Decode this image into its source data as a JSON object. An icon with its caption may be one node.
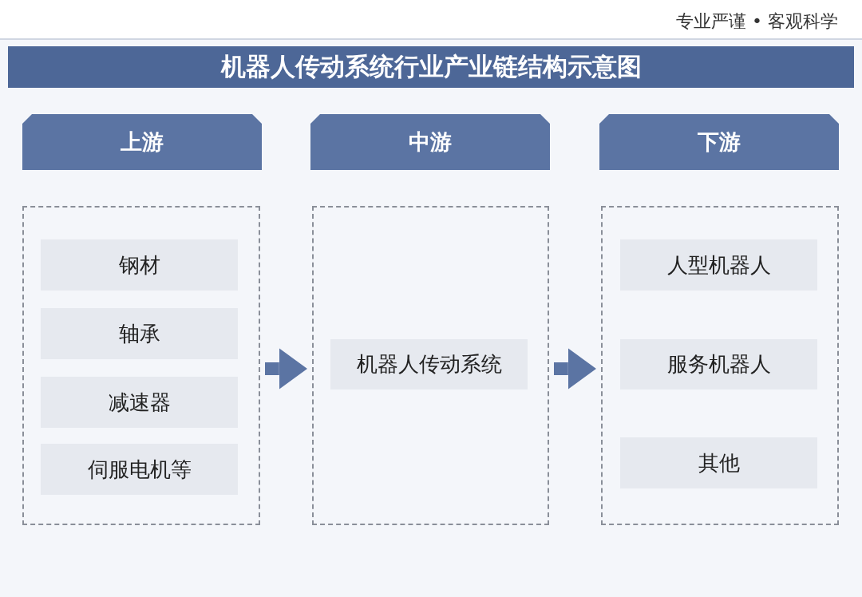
{
  "diagram": {
    "title": "机器人传动系统行业产业链结构示意图",
    "nodes": [
      {
        "text": [
          "上游"
        ]
      },
      {
        "text": [
          "中游"
        ]
      },
      {
        "text": [
          "下游"
        ]
      },
      {
        "text": [],
        "shape": "box"
      },
      {
        "text": [
          "钢材"
        ],
        "in": 3
      },
      {
        "text": [
          "轴承"
        ],
        "in": 3
      },
      {
        "text": [
          "减速器"
        ],
        "in": 3
      },
      {
        "text": [
          "伺服电机等"
        ],
        "in": 3
      },
      {
        "text": [],
        "shape": "box"
      },
      {
        "text": [
          "机器人传动系统"
        ],
        "in": 8
      },
      {
        "text": [],
        "shape": "box"
      },
      {
        "text": [
          "人型机器人"
        ],
        "in": 10
      },
      {
        "text": [
          "服务机器人"
        ],
        "in": 10
      },
      {
        "text": [
          "其他"
        ],
        "in": 10
      }
    ],
    "edges": [
      {
        "from": 3,
        "to": 8,
        "arrow": "to"
      },
      {
        "from": 8,
        "to": 10,
        "arrow": "to"
      }
    ],
    "labels": [
      "专业严谨 • 客观科学"
    ]
  }
}
